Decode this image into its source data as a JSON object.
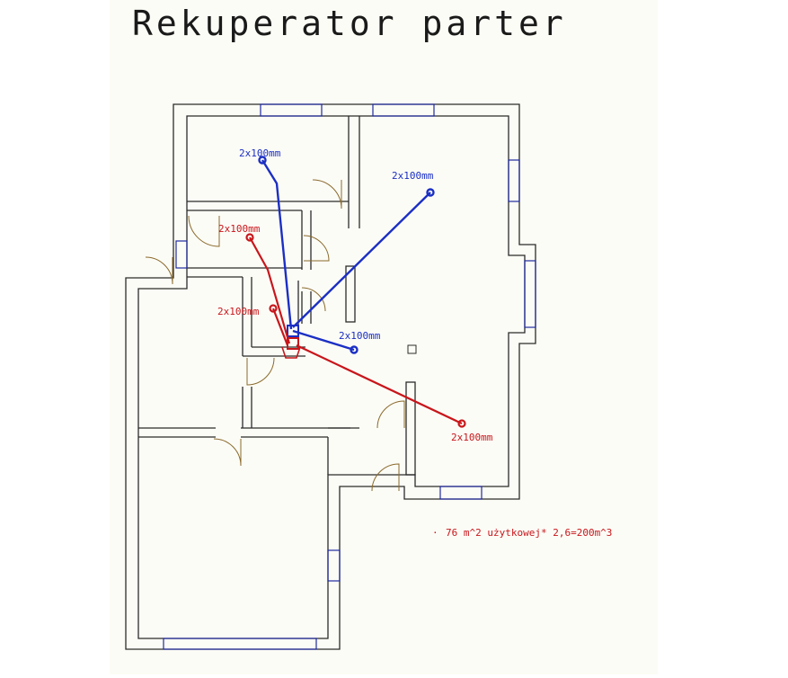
{
  "title": "Rekuperator parter",
  "colors": {
    "paper": "#fcfcf6",
    "wall": "#2b2b2b",
    "window": "#1f2a9e",
    "door": "#8a6a2c",
    "supply": "#1b2fc4",
    "exhaust": "#c8161b"
  },
  "ducts": {
    "supply_label": "2x100mm",
    "exhaust_label": "2x100mm"
  },
  "note": "76 m^2 użytkowej* 2,6=200m^3"
}
